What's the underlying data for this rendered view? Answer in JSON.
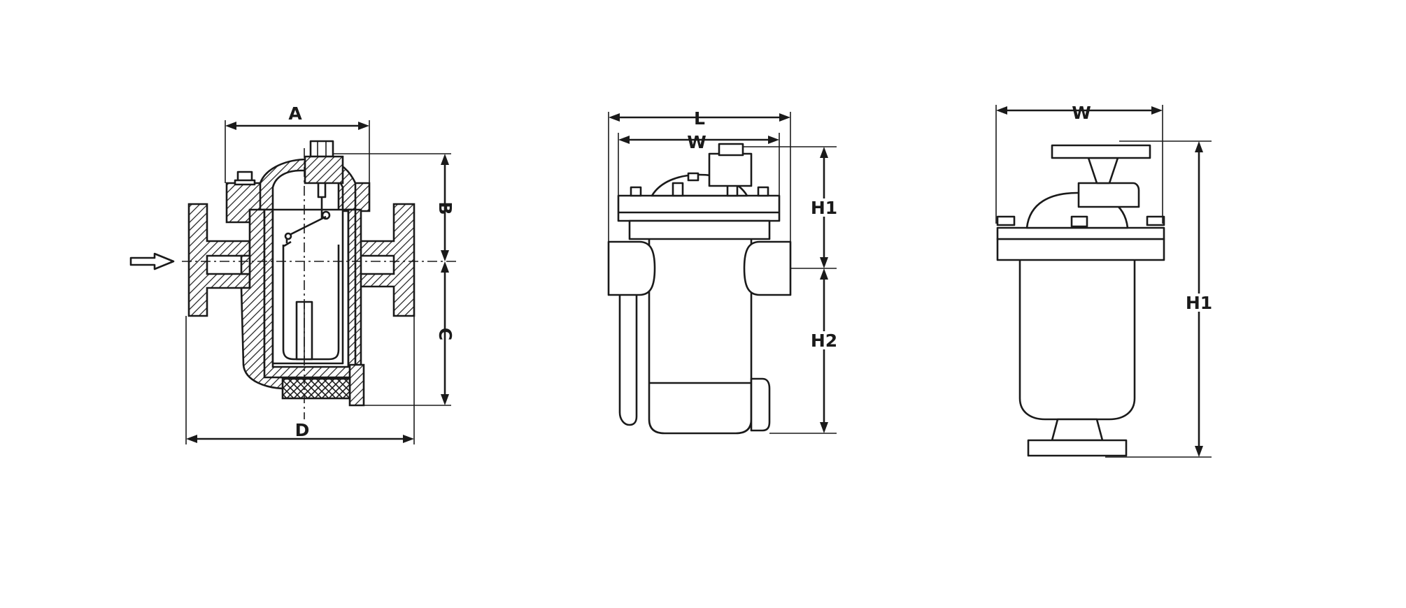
{
  "views": {
    "section": {
      "labels": {
        "a": "A",
        "b": "B",
        "c": "C",
        "d": "D"
      }
    },
    "front": {
      "labels": {
        "l": "L",
        "w": "W",
        "h1": "H1",
        "h2": "H2"
      }
    },
    "side": {
      "labels": {
        "w": "W",
        "h1": "H1"
      }
    }
  },
  "colors": {
    "line": "#1a1a1a",
    "background": "#ffffff"
  },
  "icons": {
    "inlet": "flow-arrow-icon"
  }
}
